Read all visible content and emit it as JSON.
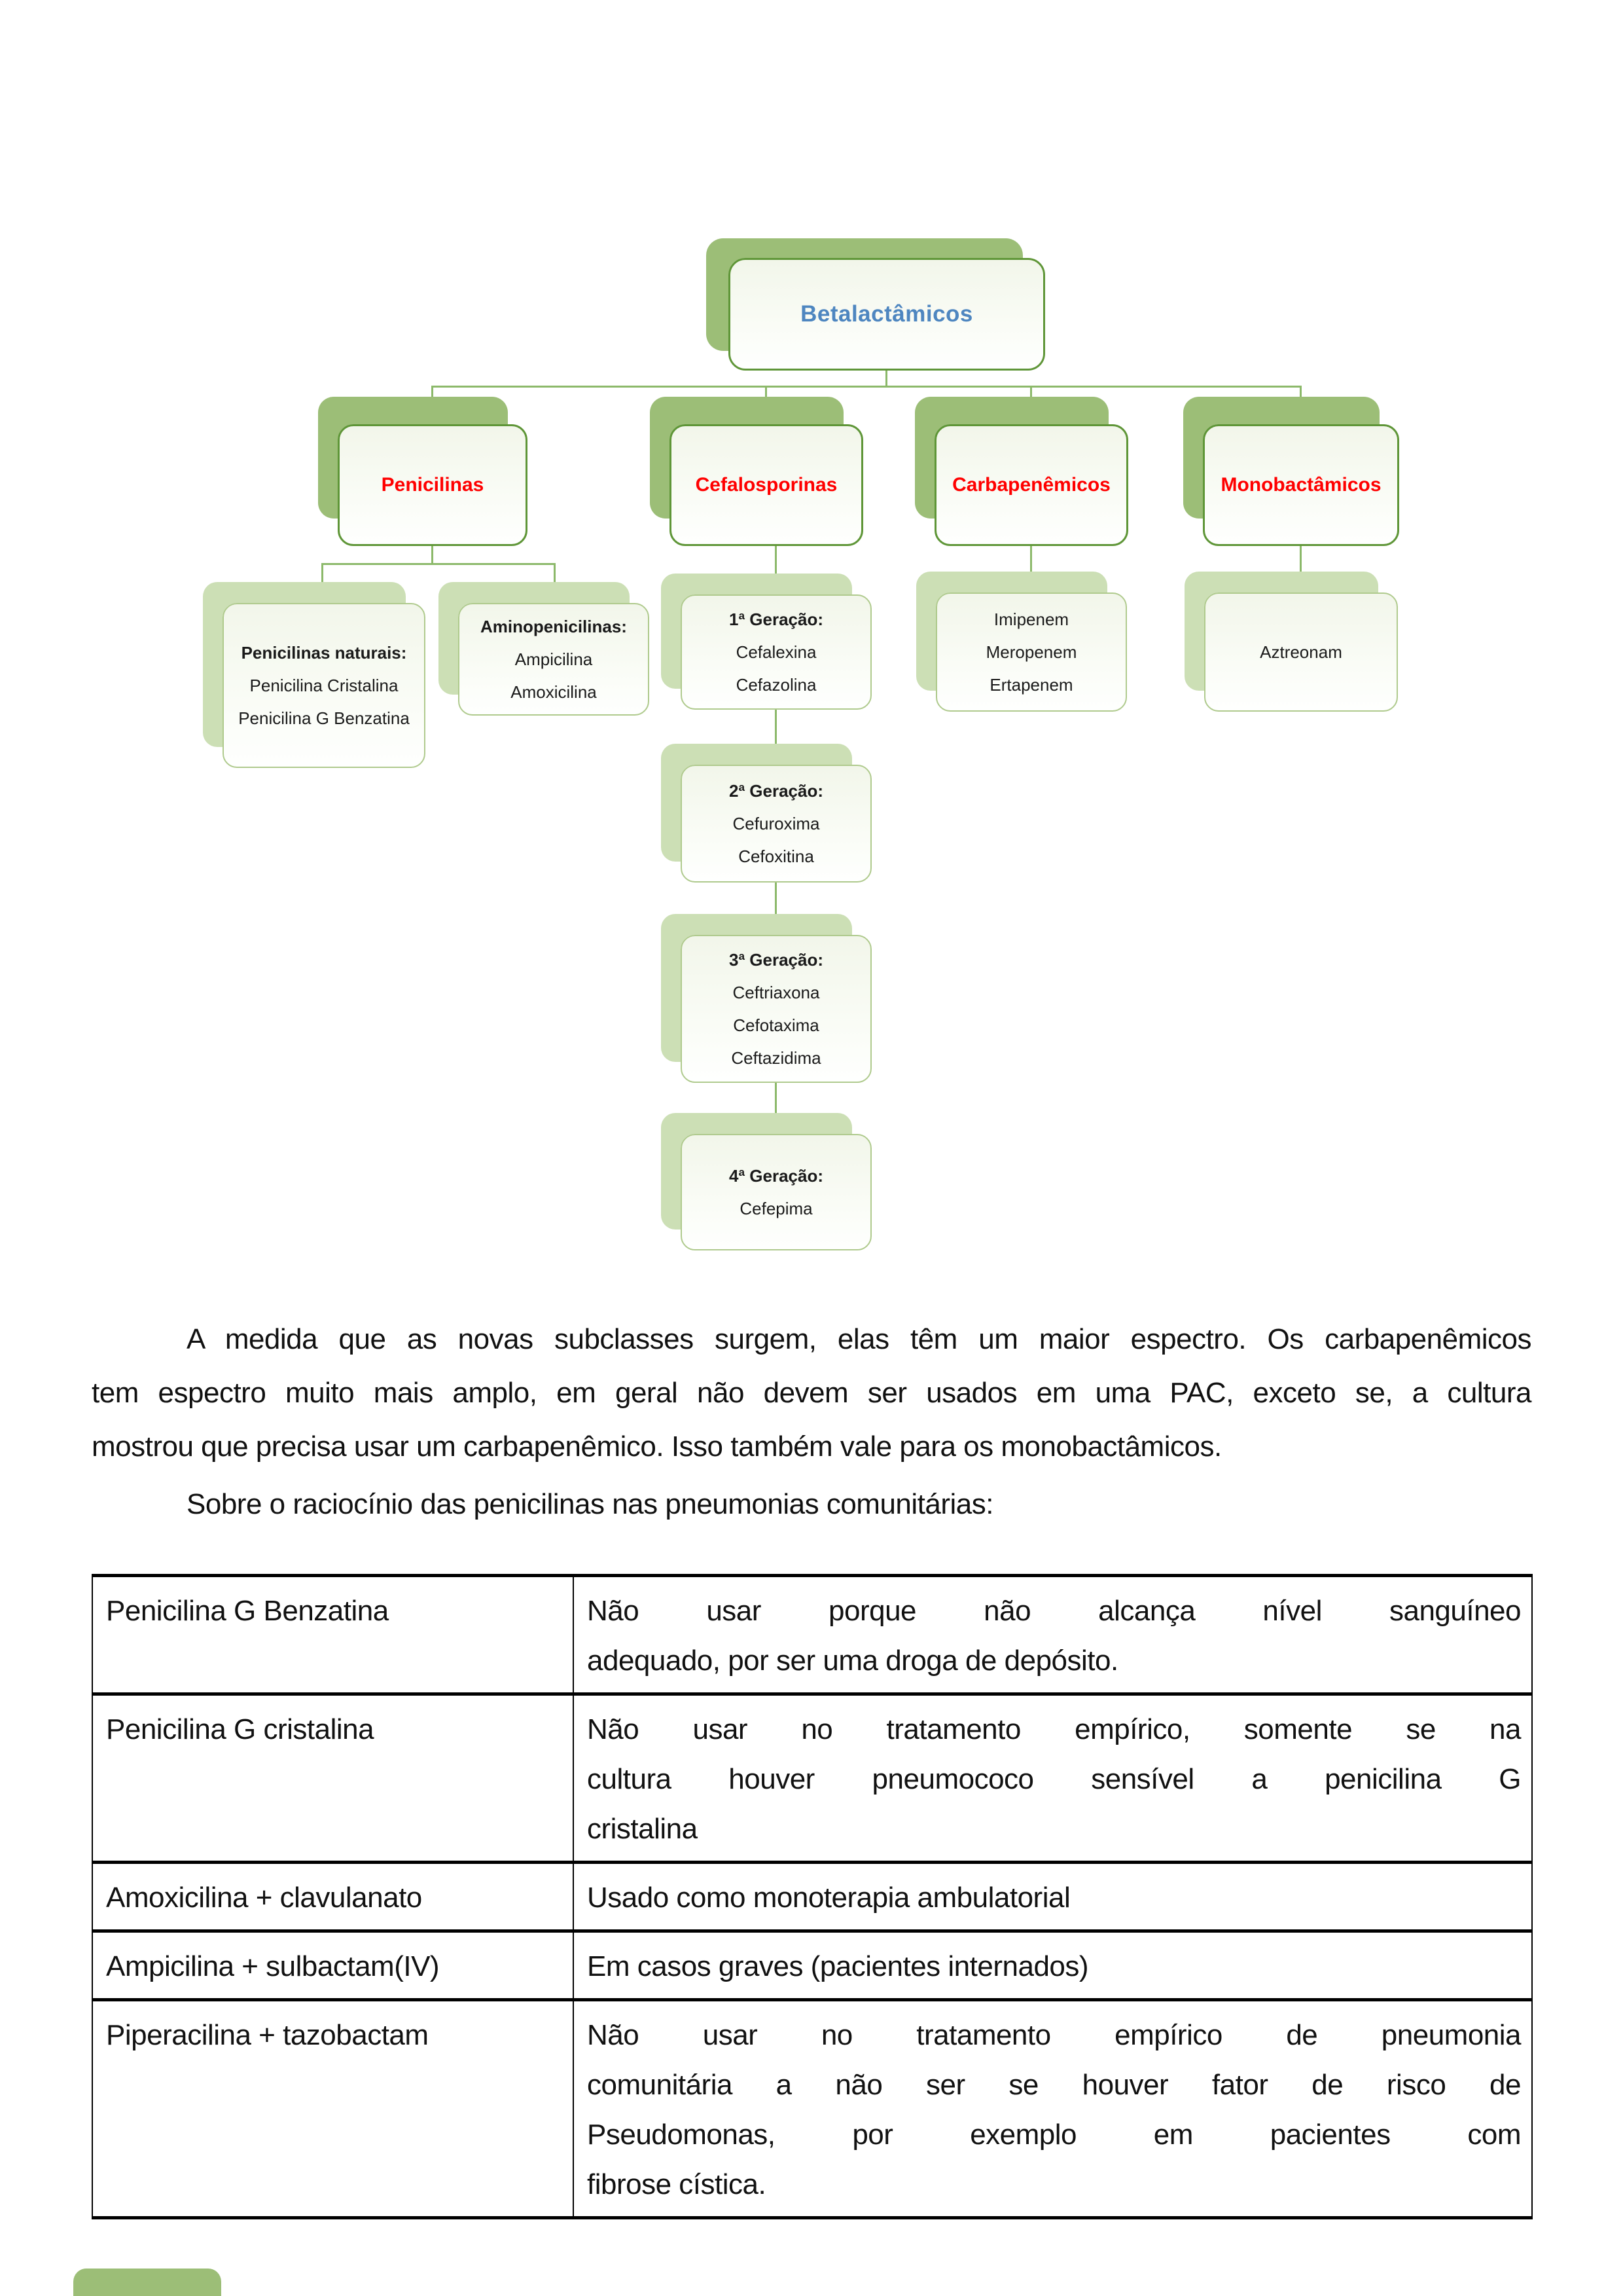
{
  "diagram": {
    "root_label": "Betalactâmicos",
    "branches": [
      "Penicilinas",
      "Cefalosporinas",
      "Carbapenêmicos",
      "Monobactâmicos"
    ],
    "penicilinas_naturais": {
      "title": "Penicilinas naturais:",
      "items": [
        "Penicilina Cristalina",
        "Penicilina G Benzatina"
      ]
    },
    "aminopenicilinas": {
      "title": "Aminopenicilinas:",
      "items": [
        "Ampicilina",
        "Amoxicilina"
      ]
    },
    "geracoes": [
      {
        "title": "1ª Geração:",
        "items": [
          "Cefalexina",
          "Cefazolina"
        ]
      },
      {
        "title": "2ª Geração:",
        "items": [
          "Cefuroxima",
          "Cefoxitina"
        ]
      },
      {
        "title": "3ª Geração:",
        "items": [
          "Ceftriaxona",
          "Cefotaxima",
          "Ceftazidima"
        ]
      },
      {
        "title": "4ª Geração:",
        "items": [
          "Cefepima"
        ]
      }
    ],
    "carbapenemicos_items": [
      "Imipenem",
      "Meropenem",
      "Ertapenem"
    ],
    "monobactamicos_item": "Aztreonam"
  },
  "text": {
    "p1_lines": [
      "A medida que as novas subclasses surgem, elas têm um maior espectro. Os carbapenêmicos",
      "tem espectro muito mais amplo, em geral não devem ser usados em uma PAC, exceto se, a cultura",
      "mostrou que precisa usar um carbapenêmico. Isso também vale para os monobactâmicos."
    ],
    "p2": "Sobre o raciocínio das penicilinas nas pneumonias comunitárias:"
  },
  "table": {
    "rows": [
      {
        "drug": "Penicilina G Benzatina",
        "note_lines": [
          "Não usar porque não alcança nível sanguíneo",
          "adequado, por ser uma droga de depósito."
        ]
      },
      {
        "drug": "Penicilina G cristalina",
        "note_lines": [
          "Não usar no tratamento empírico, somente se na",
          "cultura houver pneumococo sensível a penicilina G",
          "cristalina"
        ]
      },
      {
        "drug": "Amoxicilina + clavulanato",
        "note_lines": [
          "Usado como monoterapia ambulatorial"
        ]
      },
      {
        "drug": "Ampicilina + sulbactam(IV)",
        "note_lines": [
          "Em casos graves (pacientes internados)"
        ]
      },
      {
        "drug": "Piperacilina + tazobactam",
        "note_lines": [
          "Não usar no tratamento empírico de pneumonia",
          "comunitária a não ser se houver fator de risco de",
          "Pseudomonas, por exemplo em pacientes com",
          "fibrose cística."
        ]
      }
    ]
  },
  "colors": {
    "shadow_green": "#9CBE77",
    "border_green": "#5F9638",
    "light_border_green": "#AFCA8D",
    "light_shadow_green": "#CCDFB5",
    "connector_green": "#8CB96A",
    "root_text_blue": "#4E86C0",
    "branch_text_red": "#FF0000"
  }
}
